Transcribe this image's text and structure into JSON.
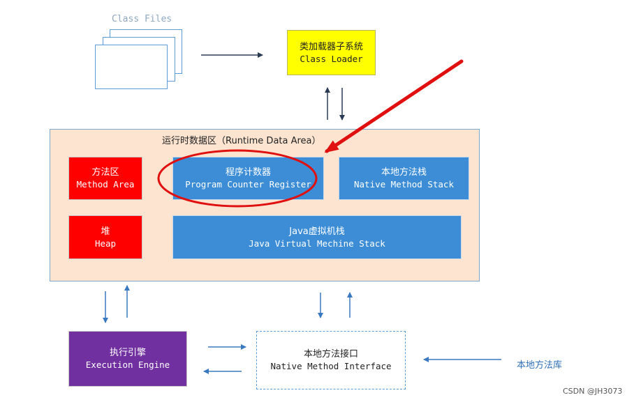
{
  "class_files": {
    "label": "Class Files"
  },
  "class_loader": {
    "line1": "类加载器子系统",
    "line2": "Class Loader"
  },
  "runtime_area": {
    "title": "运行时数据区（Runtime Data Area）"
  },
  "method_area": {
    "line1": "方法区",
    "line2": "Method Area"
  },
  "heap": {
    "line1": "堆",
    "line2": "Heap"
  },
  "pc_register": {
    "line1": "程序计数器",
    "line2": "Program Counter Register"
  },
  "native_stack": {
    "line1": "本地方法栈",
    "line2": "Native Method Stack"
  },
  "jvm_stack": {
    "line1": "Java虚拟机栈",
    "line2": "Java Virtual Mechine Stack"
  },
  "execution_engine": {
    "line1": "执行引擎",
    "line2": "Execution Engine"
  },
  "native_interface": {
    "line1": "本地方法接口",
    "line2": "Native Method Interface"
  },
  "native_library": {
    "label": "本地方法库"
  },
  "watermark": {
    "text": "CSDN @JH3073"
  },
  "colors": {
    "class_loader": "#ffff00",
    "runtime_area": "#fce4d0",
    "red_block": "#ff0000",
    "blue_block": "#3c8dd6",
    "execution_engine": "#7030a0",
    "highlight": "#e01010"
  }
}
